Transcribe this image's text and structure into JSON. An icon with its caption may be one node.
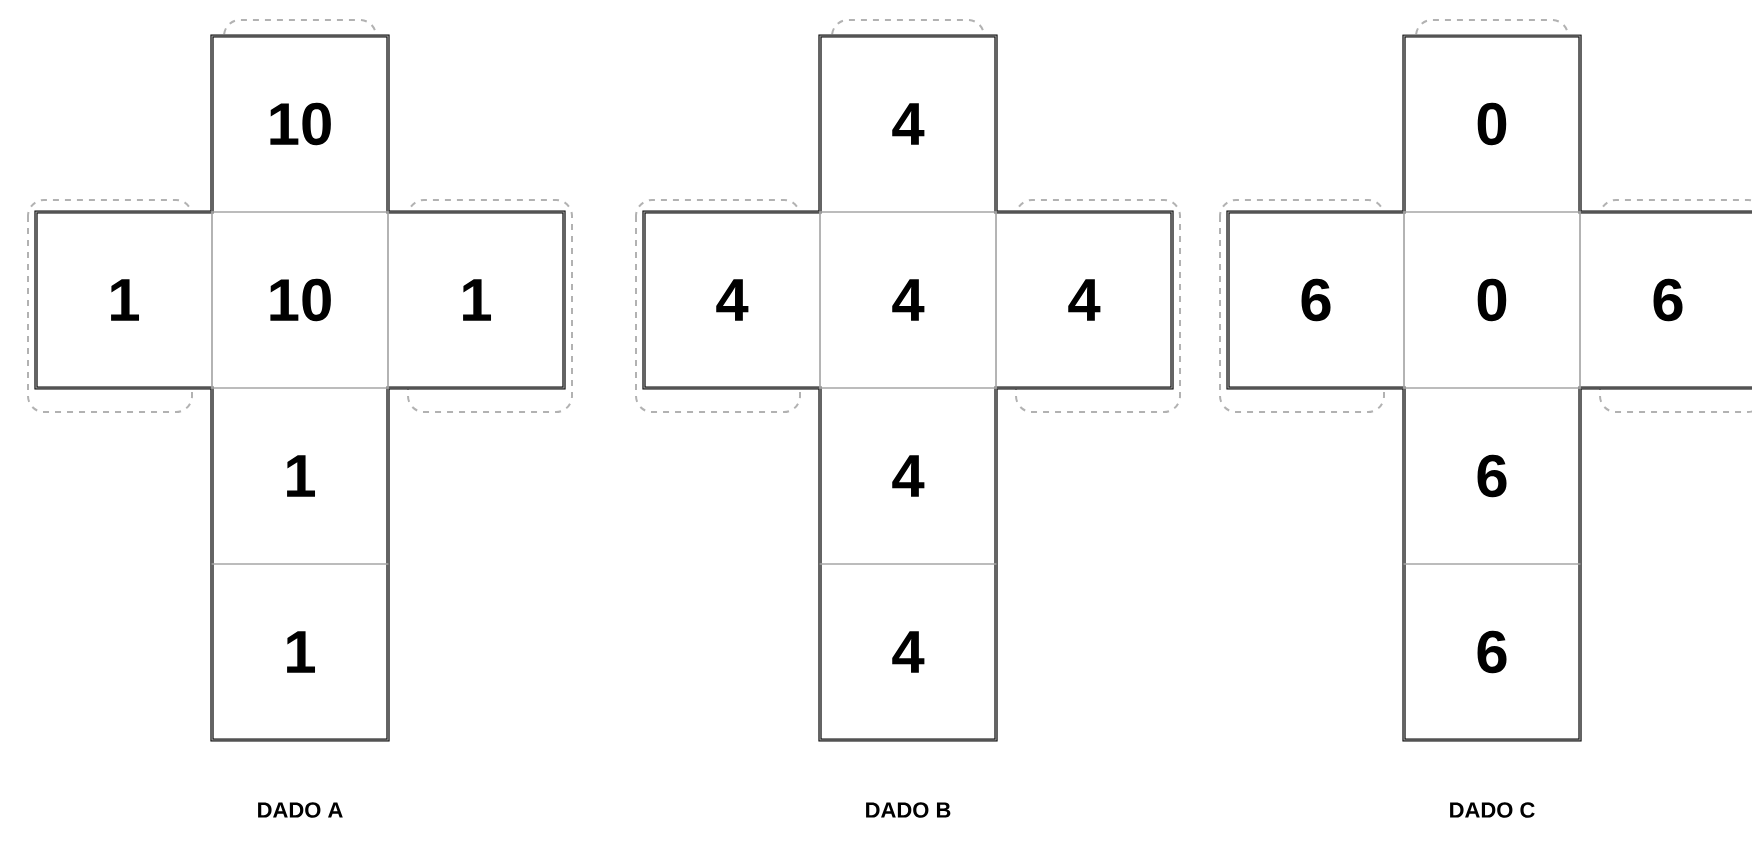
{
  "diagram": {
    "nodes": [
      {
        "text": [
          "10"
        ]
      },
      {
        "text": [
          "1"
        ]
      },
      {
        "text": [
          "10"
        ]
      },
      {
        "text": [
          "1"
        ]
      },
      {
        "text": [
          "1"
        ]
      },
      {
        "text": [
          "1"
        ]
      },
      {
        "text": [
          "4"
        ]
      },
      {
        "text": [
          "4"
        ]
      },
      {
        "text": [
          "4"
        ]
      },
      {
        "text": [
          "4"
        ]
      },
      {
        "text": [
          "4"
        ]
      },
      {
        "text": [
          "4"
        ]
      },
      {
        "text": [
          "0"
        ]
      },
      {
        "text": [
          "6"
        ]
      },
      {
        "text": [
          "0"
        ]
      },
      {
        "text": [
          "6"
        ]
      },
      {
        "text": [
          "6"
        ]
      },
      {
        "text": [
          "6"
        ]
      }
    ],
    "labels": [
      "DADO A",
      "DADO B",
      "DADO C"
    ]
  }
}
